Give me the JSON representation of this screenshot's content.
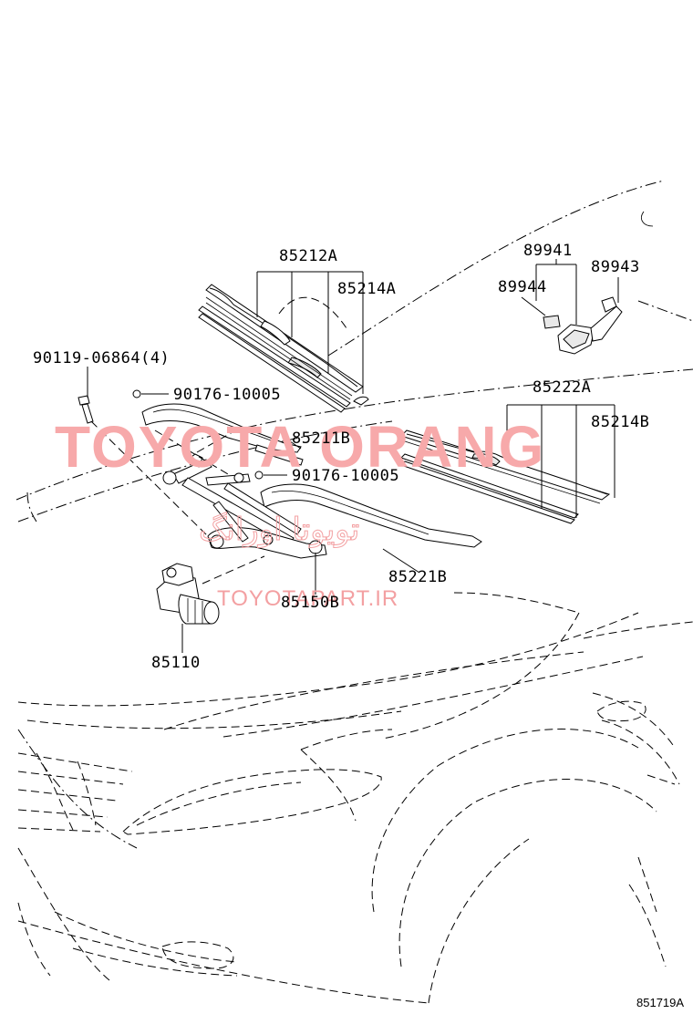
{
  "figure_code": "851719A",
  "watermarks": {
    "brand": "TOYOTA ORANG",
    "persian": "تویوتا اورانگ",
    "site": "TOYOTAPART.IR"
  },
  "parts": {
    "p85212A": "85212A",
    "p85214A": "85214A",
    "p89941": "89941",
    "p89943": "89943",
    "p89944": "89944",
    "p90119": "90119-06864(4)",
    "p90176_top": "90176-10005",
    "p85222A": "85222A",
    "p85214B": "85214B",
    "p85211B": "85211B",
    "p90176_mid": "90176-10005",
    "p85221B": "85221B",
    "p85150B": "85150B",
    "p85110": "85110"
  }
}
